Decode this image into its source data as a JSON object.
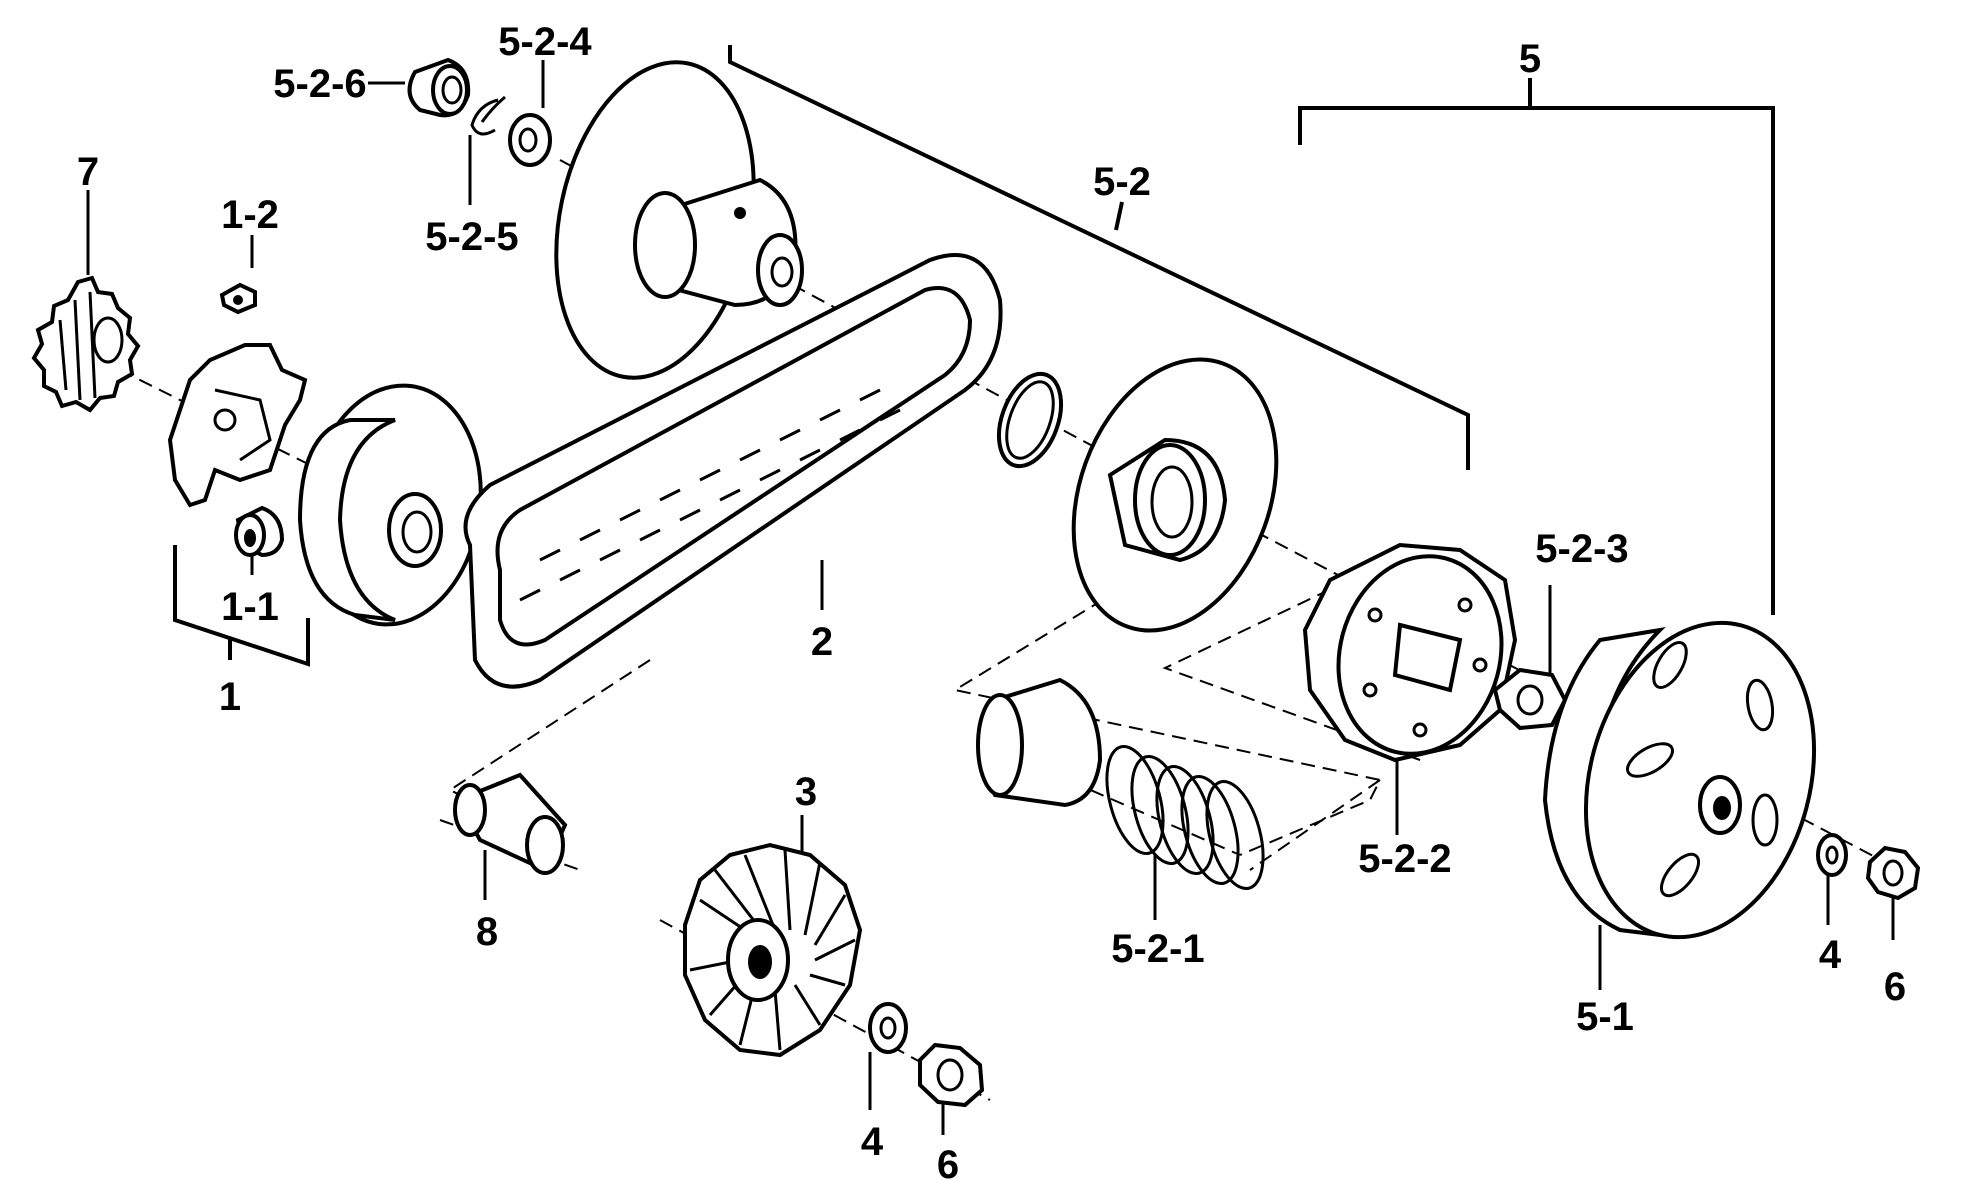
{
  "diagram": {
    "labels": {
      "l5": "5",
      "l5_2": "5-2",
      "l5_2_4": "5-2-4",
      "l5_2_6": "5-2-6",
      "l5_2_5": "5-2-5",
      "l7": "7",
      "l1_2": "1-2",
      "l1_1": "1-1",
      "l1": "1",
      "l2": "2",
      "l8": "8",
      "l3": "3",
      "l4a": "4",
      "l6a": "6",
      "l5_2_1": "5-2-1",
      "l5_2_2": "5-2-2",
      "l5_2_3": "5-2-3",
      "l5_1": "5-1",
      "l4b": "4",
      "l6b": "6"
    }
  }
}
